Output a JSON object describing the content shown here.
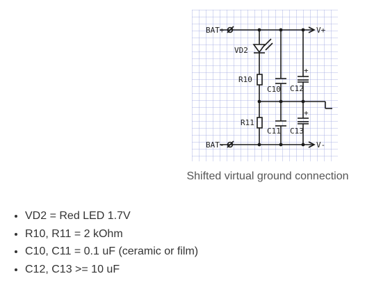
{
  "diagram": {
    "labels": {
      "bat_plus": "BAT+",
      "bat_minus": "BAT-",
      "v_plus": "V+",
      "v_minus": "V-",
      "vd2": "VD2",
      "r10": "R10",
      "r11": "R11",
      "c10": "C10",
      "c11": "C11",
      "c12": "C12",
      "c13": "C13",
      "plus_sign": "+"
    }
  },
  "caption": "Shifted virtual ground connection",
  "specs": [
    "VD2 = Red LED 1.7V",
    "R10, R11 = 2 kOhm",
    "C10, C11 = 0.1 uF (ceramic or film)",
    "C12, C13 >= 10 uF"
  ]
}
